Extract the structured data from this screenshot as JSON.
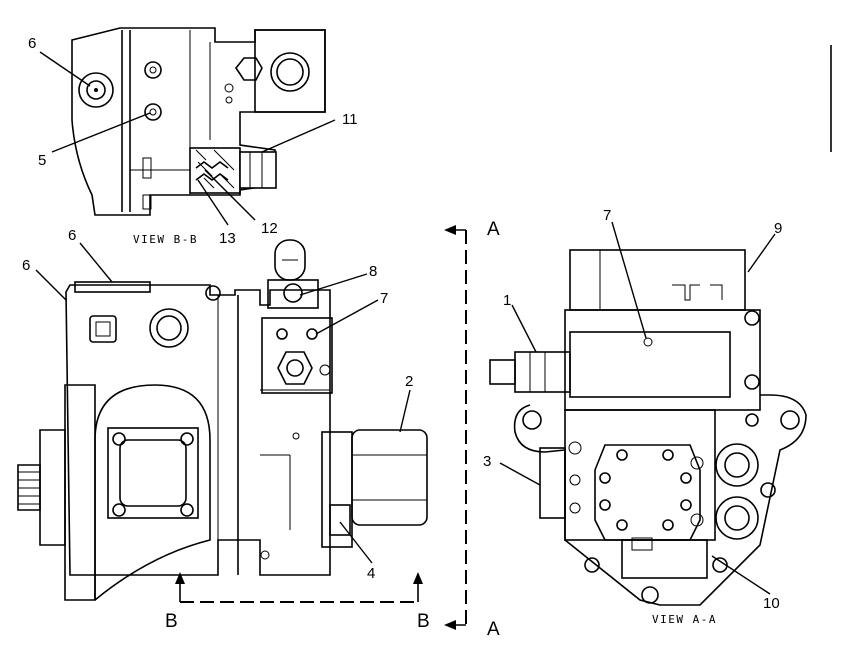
{
  "views": {
    "view_bb": {
      "label": "VIEW B-B"
    },
    "view_aa": {
      "label": "VIEW A-A"
    }
  },
  "section_markers": {
    "a_top": "A",
    "a_bottom": "A",
    "b_left": "B",
    "b_right": "B"
  },
  "callouts": {
    "bb_6": "6",
    "bb_5": "5",
    "bb_11": "11",
    "bb_12": "12",
    "bb_13": "13",
    "side_6a": "6",
    "side_6b": "6",
    "side_8": "8",
    "side_7": "7",
    "side_2": "2",
    "side_4": "4",
    "aa_7": "7",
    "aa_9": "9",
    "aa_1": "1",
    "aa_3": "3",
    "aa_10": "10"
  }
}
